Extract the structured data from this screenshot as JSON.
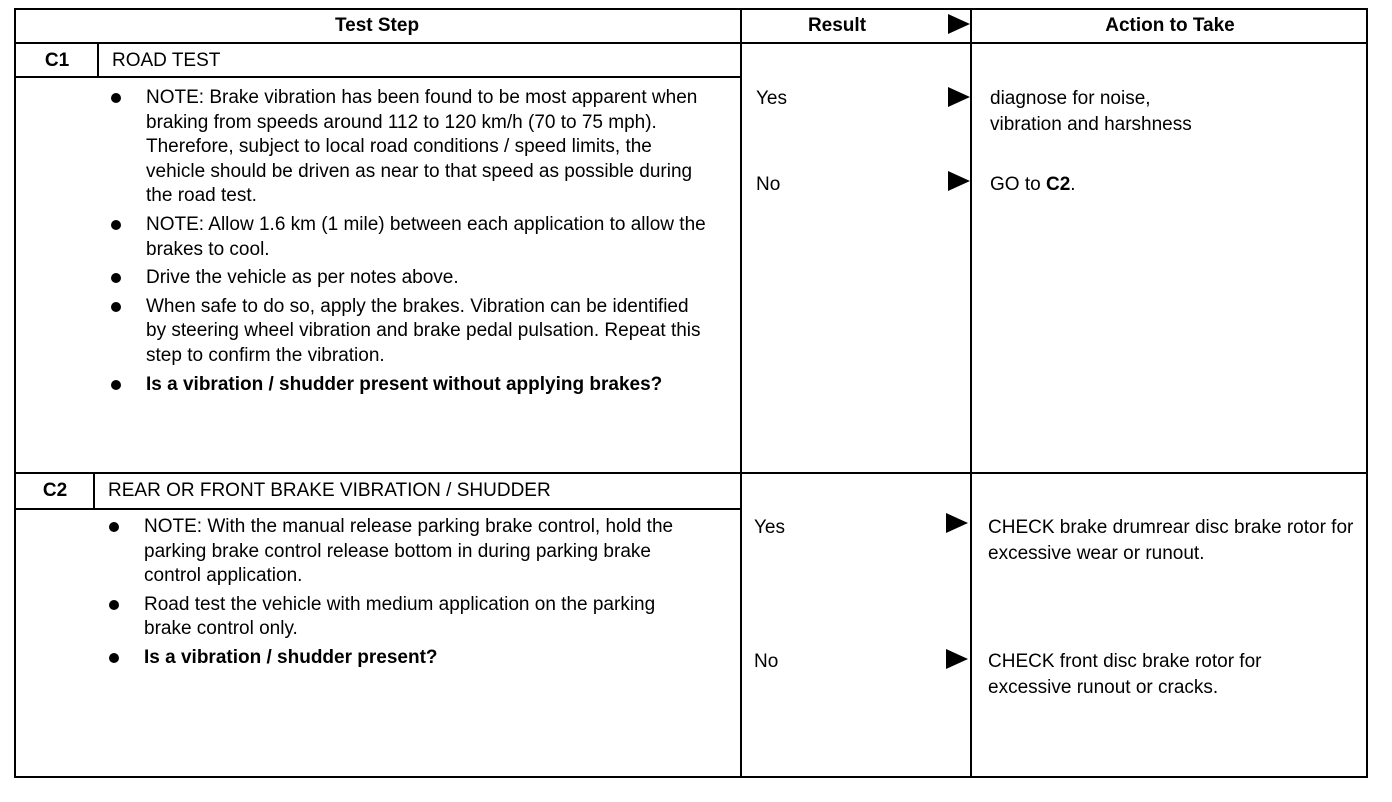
{
  "header": {
    "test_step": "Test Step",
    "result": "Result",
    "action": "Action to Take"
  },
  "steps": [
    {
      "code": "C1",
      "title": "ROAD TEST",
      "bullets": [
        {
          "text": "NOTE: Brake vibration has been found to be most apparent when braking from speeds around 112 to 120 km/h (70 to 75 mph). Therefore, subject to local road conditions / speed limits, the vehicle should be driven as near to that speed as possible during the road test.",
          "bold": false
        },
        {
          "text": "NOTE: Allow 1.6 km (1 mile) between each application to allow the brakes to cool.",
          "bold": false
        },
        {
          "text": "Drive the vehicle as per notes above.",
          "bold": false
        },
        {
          "text": "When safe to do so, apply the brakes. Vibration can be identified by steering wheel vibration and brake pedal pulsation. Repeat this step to confirm the vibration.",
          "bold": false
        },
        {
          "text": "Is a vibration / shudder present without applying brakes?",
          "bold": true
        }
      ],
      "results": [
        {
          "result": "Yes",
          "action": "diagnose for noise,\nvibration and harshness"
        },
        {
          "result": "No",
          "action_prefix": "GO to ",
          "action_bold": "C2",
          "action_suffix": "."
        }
      ]
    },
    {
      "code": "C2",
      "title": "REAR OR FRONT BRAKE VIBRATION / SHUDDER",
      "bullets": [
        {
          "text": "NOTE: With the manual release parking brake control, hold the parking brake control release bottom in during parking brake control application.",
          "bold": false
        },
        {
          "text": "Road test the vehicle with medium application on the parking brake control only.",
          "bold": false
        },
        {
          "text": "Is a vibration / shudder present?",
          "bold": true
        }
      ],
      "results": [
        {
          "result": "Yes",
          "action": "CHECK brake drumrear disc brake rotor for excessive wear or runout."
        },
        {
          "result": "No",
          "action": "CHECK front disc brake rotor for excessive runout or cracks."
        }
      ]
    }
  ]
}
